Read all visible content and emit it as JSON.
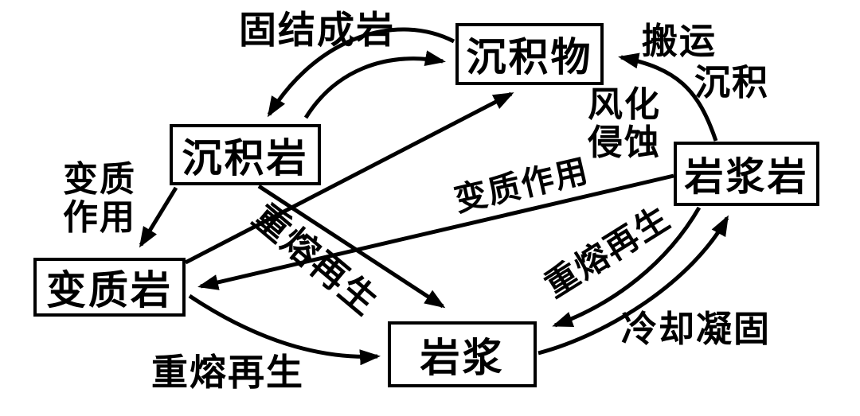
{
  "diagram": {
    "background": "#ffffff",
    "ink": "#000000",
    "nodes": {
      "sediment": {
        "label": "沉积物"
      },
      "sedimentary_rock": {
        "label": "沉积岩"
      },
      "metamorphic_rock": {
        "label": "变质岩"
      },
      "igneous_rock": {
        "label": "岩浆岩"
      },
      "magma": {
        "label": "岩浆"
      }
    },
    "process_labels": {
      "consolidation": "固结成岩",
      "transport": "搬运",
      "deposition": "沉积",
      "weathering": "风化",
      "erosion": "侵蚀",
      "metamorphism_line1": "变质",
      "metamorphism_line2": "作用",
      "metamorphism_mid": "变质作用",
      "remelt_center": "重熔再生",
      "remelt_right": "重熔再生",
      "remelt_bottom": "重熔再生",
      "cooling": "冷却凝固"
    },
    "edges": [
      {
        "from": "沉积物",
        "to": "沉积岩",
        "label": "固结成岩",
        "shape": "curved"
      },
      {
        "from": "沉积岩",
        "to": "沉积物",
        "label": "",
        "shape": "curved"
      },
      {
        "from": "岩浆岩",
        "to": "沉积物",
        "label": "风化侵蚀 搬运 沉积",
        "shape": "curved"
      },
      {
        "from": "变质岩",
        "to": "沉积物",
        "label": "",
        "shape": "straight"
      },
      {
        "from": "沉积岩",
        "to": "变质岩",
        "label": "变质作用",
        "shape": "straight"
      },
      {
        "from": "岩浆岩",
        "to": "变质岩",
        "label": "变质作用",
        "shape": "straight"
      },
      {
        "from": "沉积岩",
        "to": "岩浆",
        "label": "重熔再生",
        "shape": "straight"
      },
      {
        "from": "变质岩",
        "to": "岩浆",
        "label": "重熔再生",
        "shape": "curved"
      },
      {
        "from": "岩浆岩",
        "to": "岩浆",
        "label": "重熔再生",
        "shape": "curved"
      },
      {
        "from": "岩浆",
        "to": "岩浆岩",
        "label": "冷却凝固",
        "shape": "curved"
      }
    ]
  }
}
